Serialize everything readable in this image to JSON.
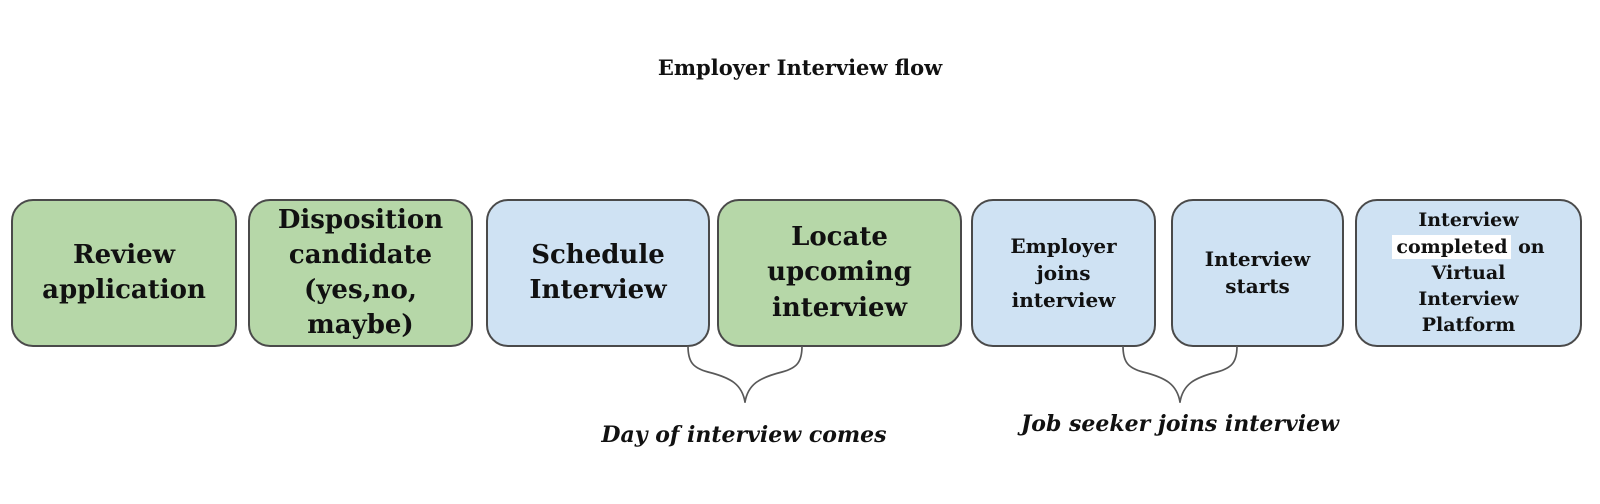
{
  "title": "Employer Interview flow",
  "colors": {
    "background": "#ffffff",
    "green": "#b6d7a8",
    "blue": "#cfe2f3",
    "border": "#4a4a4a",
    "brace": "#595959",
    "text": "#111111",
    "highlight": "#ffffff"
  },
  "steps": [
    {
      "id": "review-application",
      "color": "green",
      "text": "Review\napplication"
    },
    {
      "id": "disposition-candidate",
      "color": "green",
      "text": "Disposition\ncandidate\n(yes,no,\nmaybe)"
    },
    {
      "id": "schedule-interview",
      "color": "blue",
      "text": "Schedule\nInterview"
    },
    {
      "id": "locate-upcoming-interview",
      "color": "green",
      "text": "Locate\nupcoming\ninterview"
    },
    {
      "id": "employer-joins-interview",
      "color": "blue",
      "text": "Employer\njoins\ninterview"
    },
    {
      "id": "interview-starts",
      "color": "blue",
      "text": "Interview\nstarts"
    },
    {
      "id": "interview-completed",
      "color": "blue",
      "text_before": "Interview\n",
      "highlight": "completed",
      "text_after": " on\nVirtual\nInterview\nPlatform"
    }
  ],
  "annotations": [
    {
      "label": "Day of interview comes"
    },
    {
      "label": "Job seeker joins interview"
    }
  ]
}
